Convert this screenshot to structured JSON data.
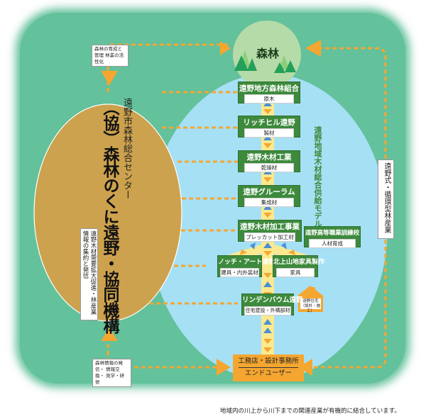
{
  "colors": {
    "background_panel": "#63c19b",
    "forest_circle": "#b5dba8",
    "supply_ellipse": "#a6e0f5",
    "org_ellipse": "#cda24e",
    "company_box": "#3d8a3c",
    "flow_arrow": "#f5a630",
    "flow_band": "#fbe98f",
    "up_arrow": "#4b8fd4"
  },
  "forest": {
    "label": "森林"
  },
  "organization": {
    "subtitle": "遠野市森林総合センター",
    "title_line1": "（協）森林のくに遠野・協同機構",
    "note": "遠野木材需要拡大促進・林産業情報の集約と発信"
  },
  "supply_base_label": "遠野地域木材総合供給モデル基地",
  "companies": [
    {
      "name": "遠野地方森林組合",
      "role": "原木"
    },
    {
      "name": "リッチヒル遠野",
      "role": "製材"
    },
    {
      "name": "遠野木材工業",
      "role": "乾燥材"
    },
    {
      "name": "遠野グルーラム",
      "role": "集成材"
    },
    {
      "name": "遠野木材加工事業",
      "role": "プレッカット加工材"
    },
    {
      "name": "ノッチ・アート遠野",
      "role": "建具・内外装材"
    },
    {
      "name": "北上山地家具製作",
      "role": "家具"
    },
    {
      "name": "リンデンバウム遠野",
      "role": "住宅建設・外構部材"
    }
  ],
  "school": {
    "name": "遠野高等職業訓練校",
    "role": "人材育成"
  },
  "house": {
    "line1": "遠野住宅",
    "line2": "（設計・施工）"
  },
  "end_user_box": {
    "line1": "工務店・設計事務所",
    "line2": "エンドユーザー"
  },
  "notes": {
    "top_left": "森林の育成と管理 林業の活性化",
    "bottom_left": "森林情報の発信・ 情報交換・ 見学・研修",
    "right_cycle": "遠野式・循環型林産業"
  },
  "caption": "地域内の川上から川下までの関連産業が有機的に結合しています。"
}
